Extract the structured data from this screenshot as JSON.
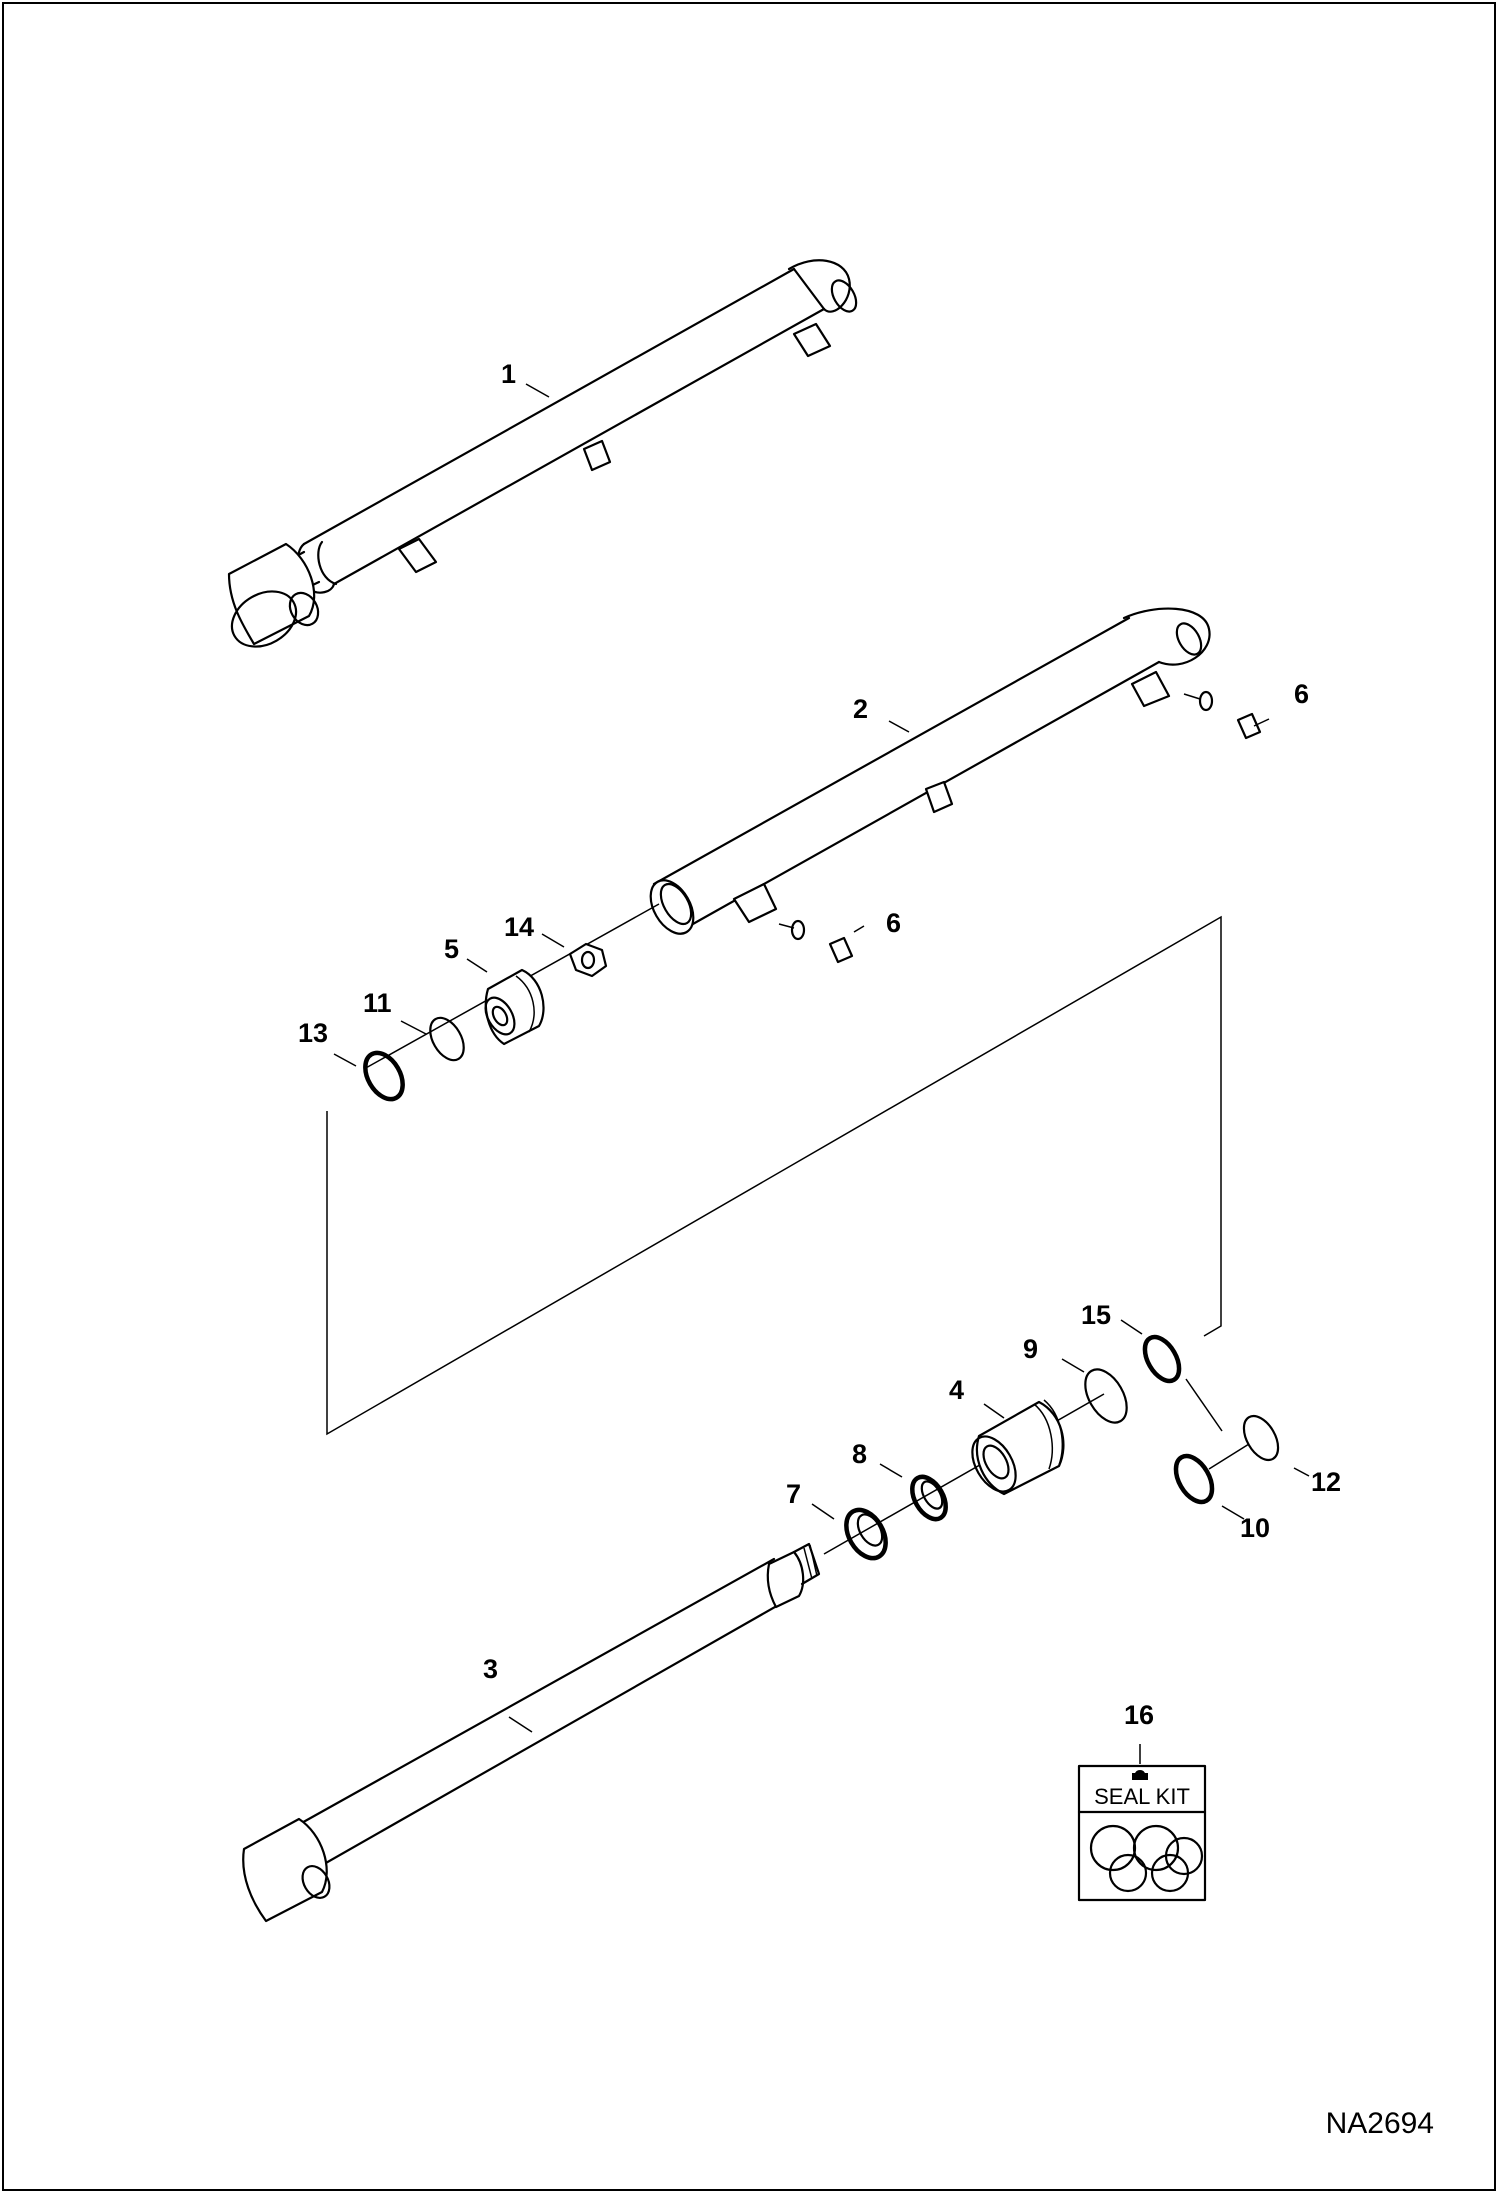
{
  "callouts": [
    {
      "id": "c1",
      "label": "1"
    },
    {
      "id": "c2",
      "label": "2"
    },
    {
      "id": "c3",
      "label": "3"
    },
    {
      "id": "c4",
      "label": "4"
    },
    {
      "id": "c5",
      "label": "5"
    },
    {
      "id": "c6a",
      "label": "6"
    },
    {
      "id": "c6b",
      "label": "6"
    },
    {
      "id": "c7",
      "label": "7"
    },
    {
      "id": "c8",
      "label": "8"
    },
    {
      "id": "c9",
      "label": "9"
    },
    {
      "id": "c10",
      "label": "10"
    },
    {
      "id": "c11",
      "label": "11"
    },
    {
      "id": "c12",
      "label": "12"
    },
    {
      "id": "c13",
      "label": "13"
    },
    {
      "id": "c14",
      "label": "14"
    },
    {
      "id": "c15",
      "label": "15"
    },
    {
      "id": "c16",
      "label": "16"
    }
  ],
  "seal_kit": {
    "label": "SEAL KIT"
  },
  "drawing_id": "NA2694"
}
